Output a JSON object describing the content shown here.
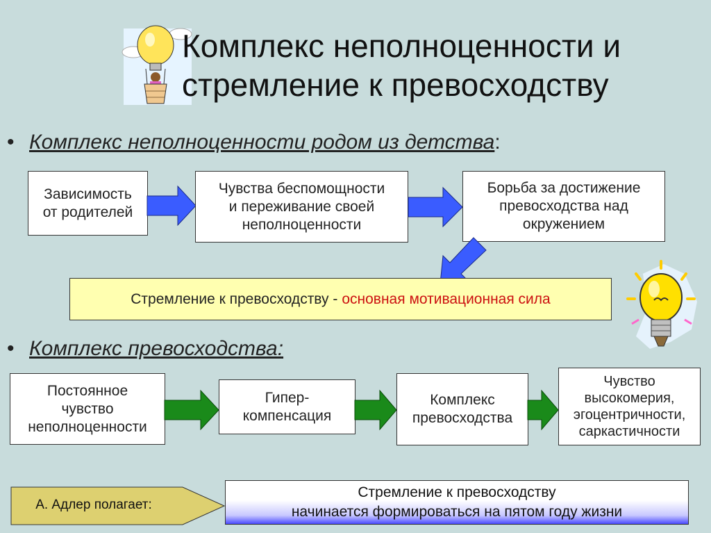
{
  "title": {
    "line1": "Комплекс неполноценности и",
    "line2": "стремление к превосходству"
  },
  "section1": {
    "bullet": "•",
    "heading": "Комплекс неполноценности родом из детства",
    "colon": ":",
    "boxes": [
      [
        "Зависимость",
        "от родителей"
      ],
      [
        "Чувства беспомощности",
        "и переживание своей",
        "неполноценности"
      ],
      [
        "Борьба за достижение",
        "превосходства над",
        "окружением"
      ]
    ],
    "highlight": {
      "text": "Стремление к превосходству -",
      "emphasis": "основная мотивационная сила"
    }
  },
  "section2": {
    "bullet": "•",
    "heading": "Комплекс превосходства:",
    "boxes": [
      [
        "Постоянное",
        "чувство",
        "неполноценности"
      ],
      [
        "Гипер-",
        "компенсация"
      ],
      [
        "Комплекс",
        "превосходства"
      ],
      [
        "Чувство",
        "высокомерия,",
        "эгоцентричности,",
        "саркастичности"
      ]
    ]
  },
  "adler": {
    "label": "А. Адлер полагает:",
    "line1": "Стремление к превосходству",
    "line2": "начинается формироваться на пятом году жизни"
  },
  "colors": {
    "background": "#c8dcdc",
    "blue_arrow": "#3a5cff",
    "green_arrow": "#1a8a1a",
    "highlight_fill": "#ffffb0",
    "emphasis_red": "#cc1111",
    "adler_fill": "#ddd070"
  },
  "icons": [
    "hot-air-balloon-lightbulb-icon",
    "lightbulb-idea-icon"
  ]
}
